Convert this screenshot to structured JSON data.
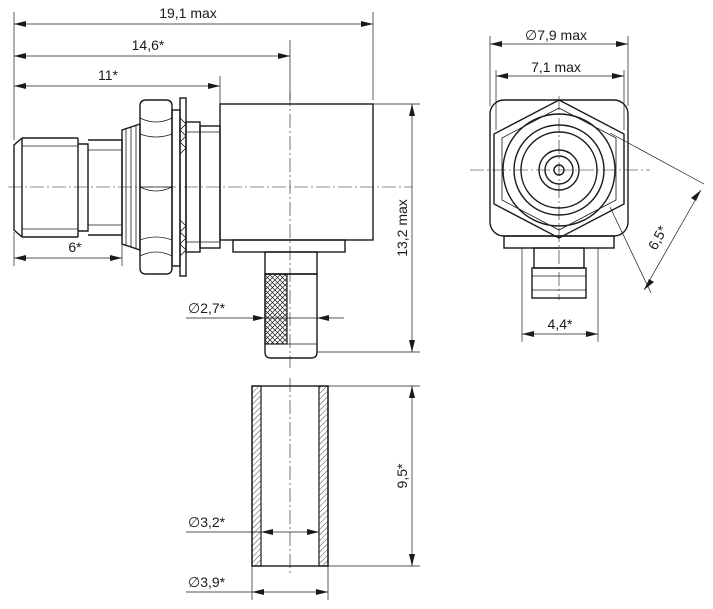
{
  "dimensions": {
    "d_19_1": "19,1 max",
    "d_14_6": "14,6*",
    "d_11": "11*",
    "d_6": "6*",
    "d_13_2": "13,2 max",
    "d_phi_2_7": "∅2,7*",
    "d_phi_7_9": "∅7,9 max",
    "d_7_1": "7,1 max",
    "d_6_5": "6,5*",
    "d_4_4": "4,4*",
    "d_9_5": "9,5*",
    "d_phi_3_2": "∅3,2*",
    "d_phi_3_9": "∅3,9*"
  }
}
